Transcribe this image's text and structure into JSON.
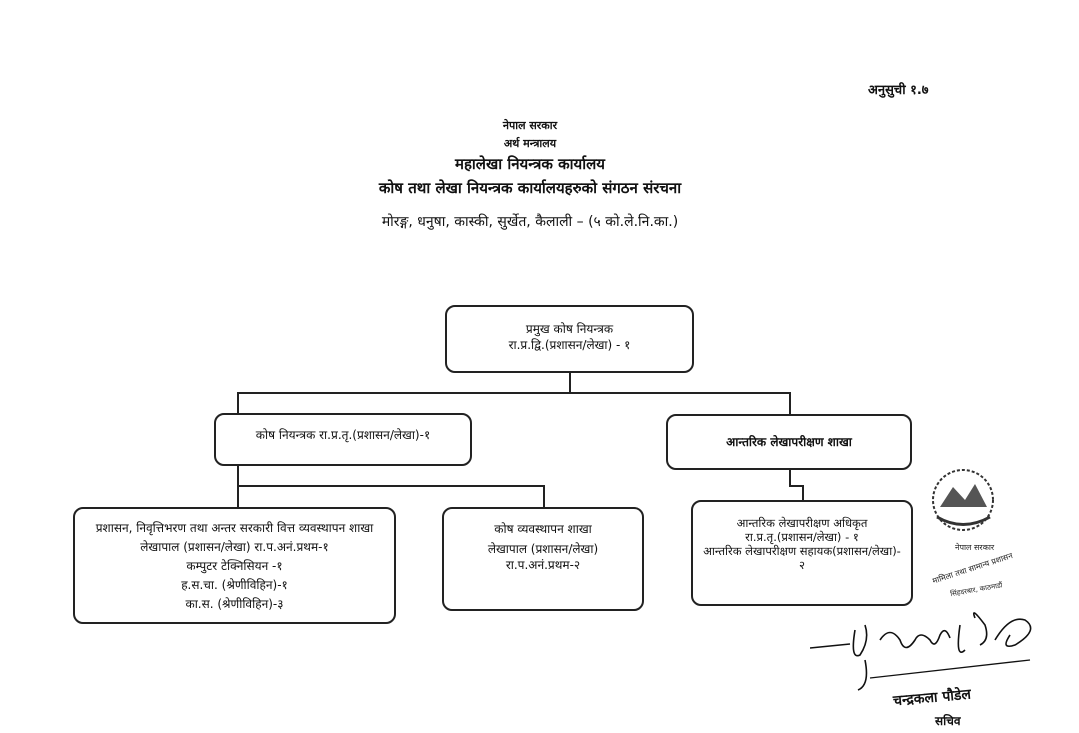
{
  "annex_label": "अनुसुची १.७",
  "header": {
    "government": "नेपाल सरकार",
    "ministry": "अर्थ मन्त्रालय",
    "office": "महालेखा नियन्त्रक कार्यालय",
    "title": "कोष तथा लेखा नियन्त्रक कार्यालयहरुको संगठन संरचना",
    "subtitle": "मोरङ्ग, धनुषा, कास्की, सुर्खेत, कैलाली – (५ को.ले.नि.का.)"
  },
  "org_chart": {
    "top": {
      "line1": "प्रमुख कोष नियन्त्रक",
      "line2": "रा.प्र.द्वि.(प्रशासन/लेखा) - १"
    },
    "left": {
      "line1": "कोष नियन्त्रक रा.प्र.तृ.(प्रशासन/लेखा)-१"
    },
    "right": {
      "line1": "आन्तरिक लेखापरीक्षण शाखा"
    },
    "left_child_1": {
      "line1": "प्रशासन, निवृत्तिभरण तथा अन्तर सरकारी वित्त व्यवस्थापन शाखा",
      "line2": "लेखापाल (प्रशासन/लेखा) रा.प.अनं.प्रथम-१",
      "line3": "कम्पुटर टेक्निसियन -१",
      "line4": "ह.स.चा. (श्रेणीविहिन)-१",
      "line5": "का.स. (श्रेणीविहिन)-३"
    },
    "left_child_2": {
      "line1": "कोष व्यवस्थापन शाखा",
      "line2": "लेखापाल (प्रशासन/लेखा)",
      "line3": "रा.प.अनं.प्रथम-२"
    },
    "right_child": {
      "line1": "आन्तरिक लेखापरीक्षण अधिकृत",
      "line2": "रा.प्र.तृ.(प्रशासन/लेखा) - १",
      "line3": "आन्तरिक लेखापरीक्षण सहायक(प्रशासन/लेखा)-",
      "line4": "२"
    }
  },
  "stamp": {
    "line1": "नेपाल सरकार",
    "line2": "संघीय मामिला तथा सामान्य प्रशासन मन्त्रालय",
    "line3": "सिंहदरबार, काठमाडौं"
  },
  "signatory": {
    "name": "चन्द्रकला पौडेल",
    "title": "सचिव"
  }
}
